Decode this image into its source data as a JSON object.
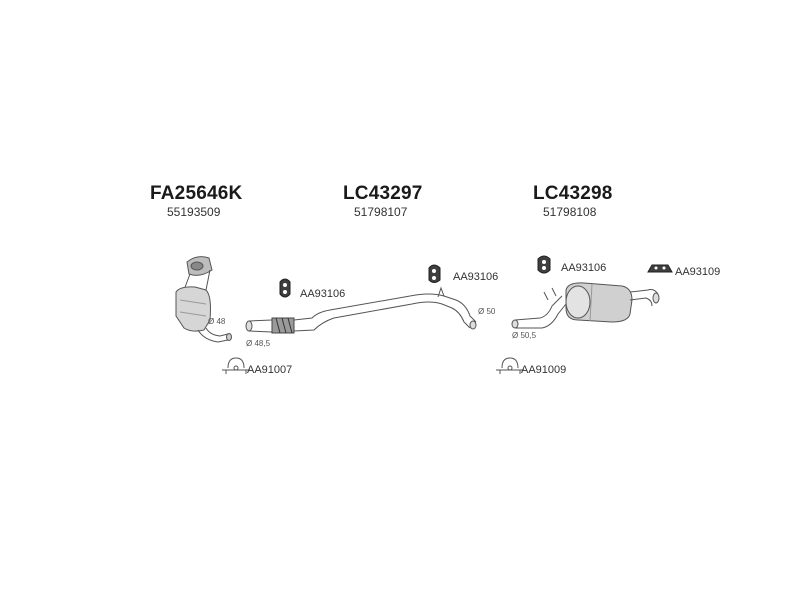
{
  "assemblies": [
    {
      "main_code": "FA25646K",
      "oe_code": "55193509"
    },
    {
      "main_code": "LC43297",
      "oe_code": "51798107"
    },
    {
      "main_code": "LC43298",
      "oe_code": "51798108"
    }
  ],
  "parts": {
    "hanger_1": "AA93106",
    "hanger_2": "AA93106",
    "hanger_3": "AA93106",
    "hanger_4": "AA93109",
    "clamp_1": "AA91007",
    "clamp_2": "AA91009"
  },
  "diameters": {
    "cat_outlet": "Ø 48",
    "mid_inlet": "Ø 48,5",
    "mid_outlet": "Ø 50",
    "rear_inlet": "Ø 50,5"
  },
  "colors": {
    "line": "#555555",
    "fill": "#cfcfcf",
    "dark": "#444444"
  }
}
